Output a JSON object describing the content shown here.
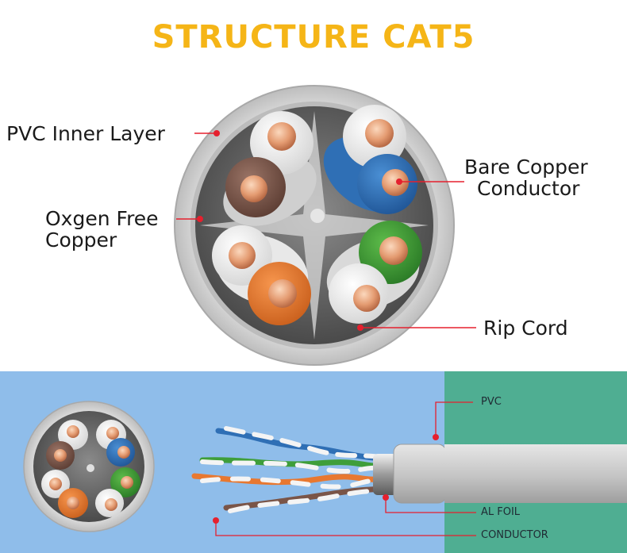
{
  "title": "STRUCTURE CAT5",
  "labels": {
    "pvc_inner_layer": "PVC Inner Layer",
    "oxygen_free_line1": "Oxgen Free",
    "oxygen_free_line2": "Copper",
    "bare_copper_line1": "Bare Copper",
    "bare_copper_line2": "Conductor",
    "rip_cord": "Rip Cord",
    "pvc": "PVC",
    "al_foil": "AL FOIL",
    "conductor": "CONDUCTOR"
  },
  "colors": {
    "title": "#F5B517",
    "callout": "#E5202E",
    "panel_left": "#8FBDEA",
    "panel_right": "#4FAE92",
    "jacket": "#CFCFCF",
    "blue_wire": "#2F6FB5",
    "green_wire": "#3F9E3A",
    "orange_wire": "#E87830",
    "brown_wire": "#7A5548",
    "copper": "#E59A6E"
  },
  "icons": [
    "cable-cross-section-illustration",
    "cable-side-view-illustration"
  ]
}
